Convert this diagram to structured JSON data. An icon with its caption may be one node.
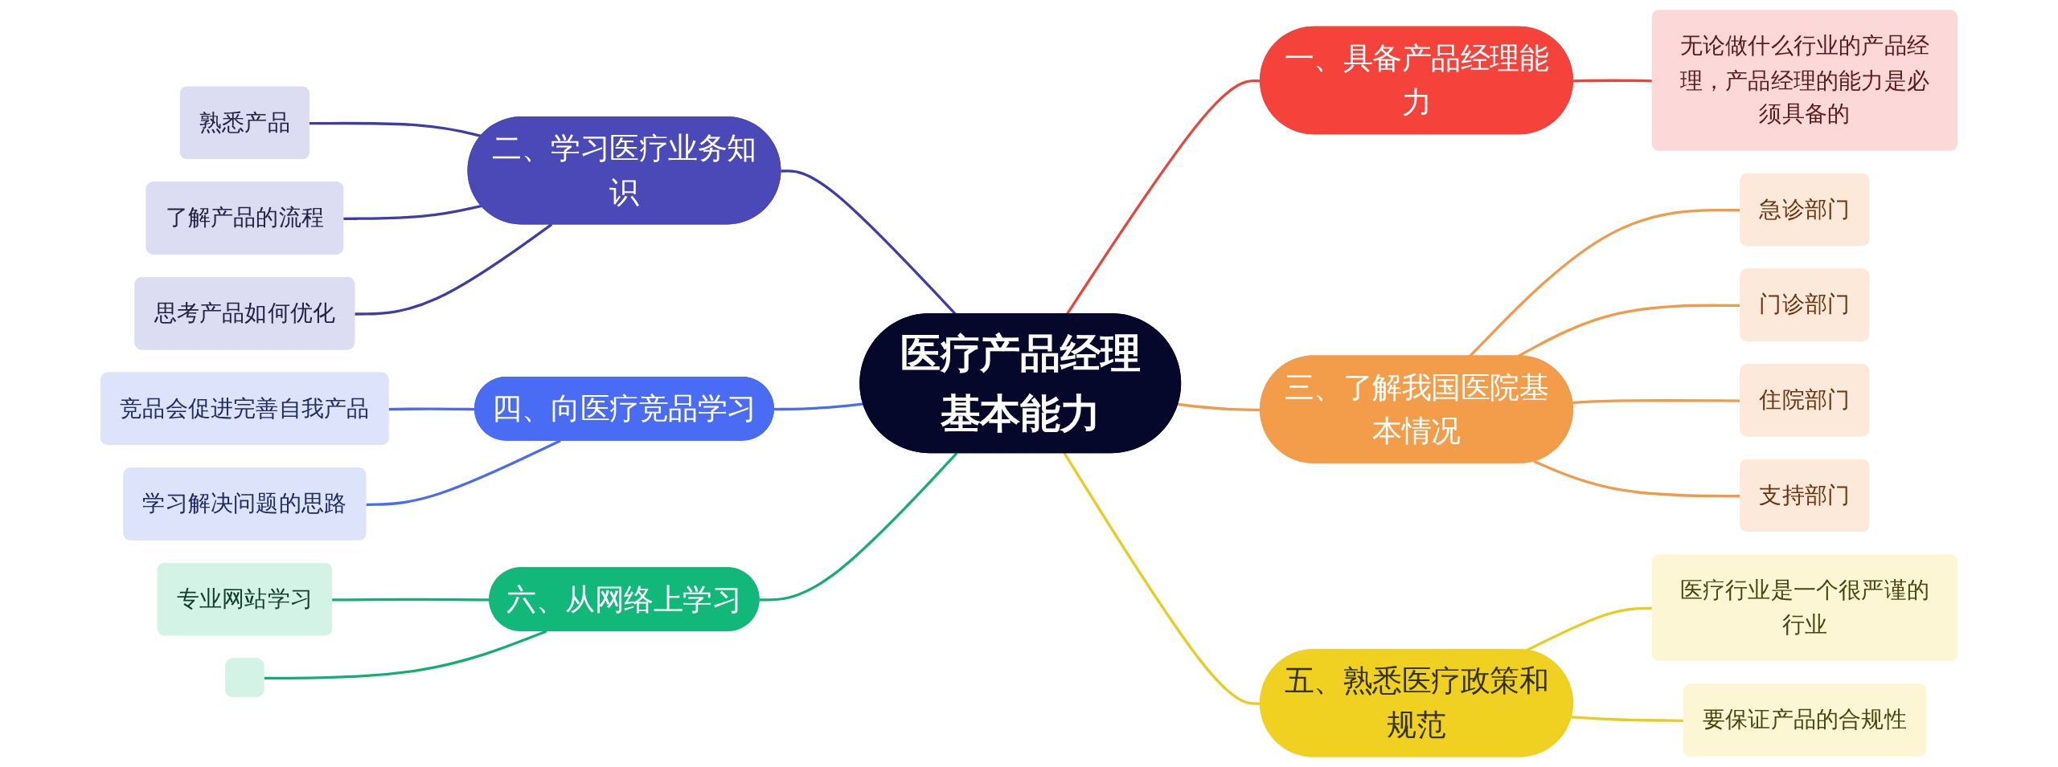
{
  "diagram": {
    "nodes": [
      {
        "text": [
          "医疗产品经理基本能力"
        ]
      },
      {
        "text": [
          "一、具备产品经理能力"
        ]
      },
      {
        "text": [
          "无论做什么行业的产品经理，产品经理的能力是必须具备的"
        ]
      },
      {
        "text": [
          "二、学习医疗业务知识"
        ]
      },
      {
        "text": [
          "熟悉产品"
        ]
      },
      {
        "text": [
          "了解产品的流程"
        ]
      },
      {
        "text": [
          "思考产品如何优化"
        ]
      },
      {
        "text": [
          "三、了解我国医院基本情况"
        ]
      },
      {
        "text": [
          "急诊部门"
        ]
      },
      {
        "text": [
          "门诊部门"
        ]
      },
      {
        "text": [
          "住院部门"
        ]
      },
      {
        "text": [
          "支持部门"
        ]
      },
      {
        "text": [
          "四、向医疗竞品学习"
        ]
      },
      {
        "text": [
          "竞品会促进完善自我产品"
        ]
      },
      {
        "text": [
          "学习解决问题的思路"
        ]
      },
      {
        "text": [
          "五、熟悉医疗政策和规范"
        ]
      },
      {
        "text": [
          "医疗行业是一个很严谨的行业"
        ]
      },
      {
        "text": [
          "要保证产品的合规性"
        ]
      },
      {
        "text": [
          "六、从网络上学习"
        ]
      },
      {
        "text": [
          "专业网站学习"
        ]
      },
      {
        "text": [],
        "shape": "box"
      }
    ],
    "edges": [
      {
        "from": 0,
        "to": 1,
        "arrow": "none",
        "color": "#e8453c"
      },
      {
        "from": 1,
        "to": 2,
        "arrow": "none",
        "color": "#e8453c"
      },
      {
        "from": 3,
        "to": 0,
        "arrow": "none",
        "color": "#3f3ca8"
      },
      {
        "from": 4,
        "to": 3,
        "arrow": "none",
        "color": "#3f3ca8"
      },
      {
        "from": 5,
        "to": 3,
        "arrow": "none",
        "color": "#3f3ca8"
      },
      {
        "from": 6,
        "to": 3,
        "arrow": "none",
        "color": "#3f3ca8"
      },
      {
        "from": 0,
        "to": 7,
        "arrow": "none",
        "color": "#f09a4a"
      },
      {
        "from": 7,
        "to": 8,
        "arrow": "none",
        "color": "#f09a4a"
      },
      {
        "from": 7,
        "to": 9,
        "arrow": "none",
        "color": "#f09a4a"
      },
      {
        "from": 7,
        "to": 10,
        "arrow": "none",
        "color": "#f09a4a"
      },
      {
        "from": 7,
        "to": 11,
        "arrow": "none",
        "color": "#f09a4a"
      },
      {
        "from": 12,
        "to": 0,
        "arrow": "none",
        "color": "#4a6cf0"
      },
      {
        "from": 13,
        "to": 12,
        "arrow": "none",
        "color": "#4a6cf0"
      },
      {
        "from": 14,
        "to": 12,
        "arrow": "none",
        "color": "#4a6cf0"
      },
      {
        "from": 0,
        "to": 15,
        "arrow": "none",
        "color": "#e8cc20"
      },
      {
        "from": 15,
        "to": 16,
        "arrow": "none",
        "color": "#e8cc20"
      },
      {
        "from": 15,
        "to": 17,
        "arrow": "none",
        "color": "#e8cc20"
      },
      {
        "from": 18,
        "to": 0,
        "arrow": "none",
        "color": "#12b070"
      },
      {
        "from": 19,
        "to": 18,
        "arrow": "none",
        "color": "#12b070"
      },
      {
        "from": 20,
        "to": 18,
        "arrow": "none",
        "color": "#12b070"
      }
    ]
  }
}
